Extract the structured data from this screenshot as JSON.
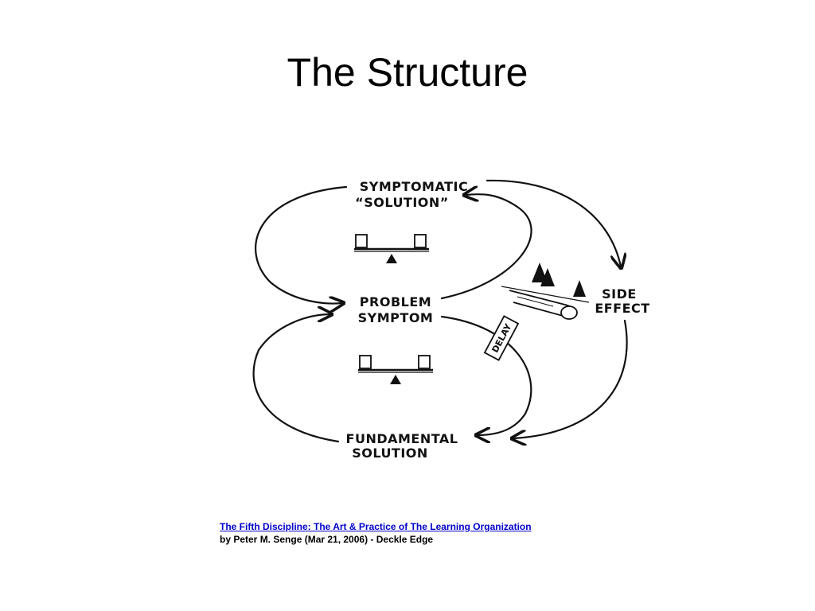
{
  "slide": {
    "title": "The Structure"
  },
  "diagram": {
    "nodes": {
      "symptomatic_line1": "SYMPTOMATIC",
      "symptomatic_line2": "“SOLUTION”",
      "problem_line1": "PROBLEM",
      "problem_line2": "SYMPTOM",
      "fundamental_line1": "FUNDAMENTAL",
      "fundamental_line2": "SOLUTION",
      "side_line1": "SIDE",
      "side_line2": "EFFECT",
      "delay": "DELAY"
    },
    "icons": [
      "balance-icon",
      "balance-icon",
      "tree-icon",
      "log-icon"
    ]
  },
  "citation": {
    "link_text": "The Fifth Discipline: The Art & Practice of The Learning Organization",
    "byline": "by Peter M. Senge (Mar 21, 2006) - Deckle Edge"
  },
  "colors": {
    "link": "#0000cc",
    "ink": "#111111"
  }
}
